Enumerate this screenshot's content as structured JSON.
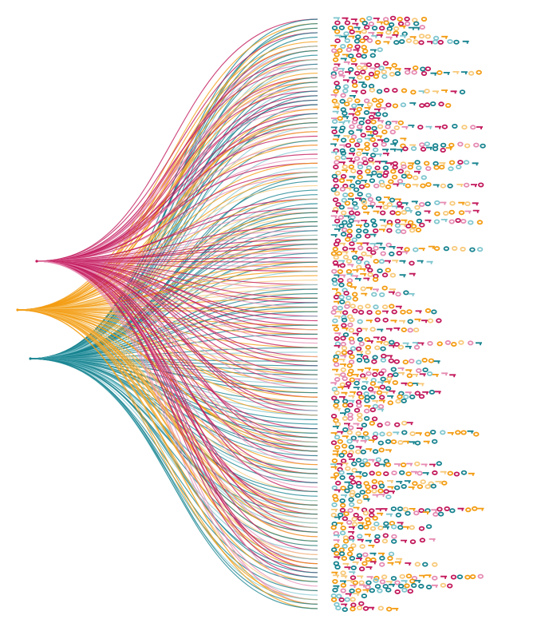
{
  "diagram": {
    "type": "fan-out flow",
    "sources": [
      {
        "id": "magenta",
        "color": "#c2185b"
      },
      {
        "id": "orange",
        "color": "#f39c12"
      },
      {
        "id": "teal",
        "color": "#17838f"
      }
    ],
    "tint_colors": [
      "#e58ab2",
      "#f7c97a",
      "#7fc6cf"
    ],
    "target_count": 132,
    "target_marks": {
      "shapes": [
        "ring",
        "key"
      ],
      "max_per_row": 22
    }
  }
}
